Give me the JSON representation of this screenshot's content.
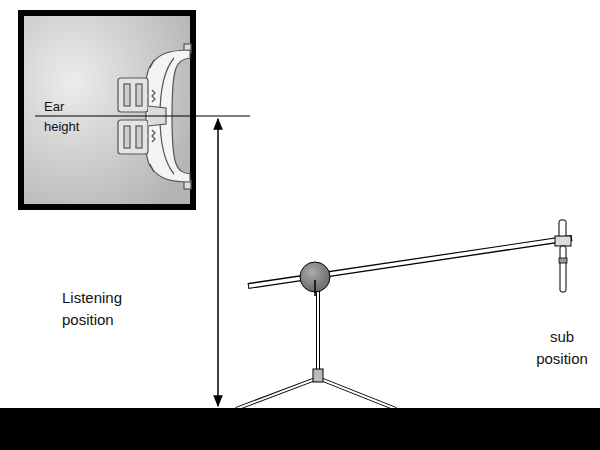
{
  "diagram": {
    "labels": [
      "Ear height",
      "Listening position",
      "sub position"
    ]
  }
}
